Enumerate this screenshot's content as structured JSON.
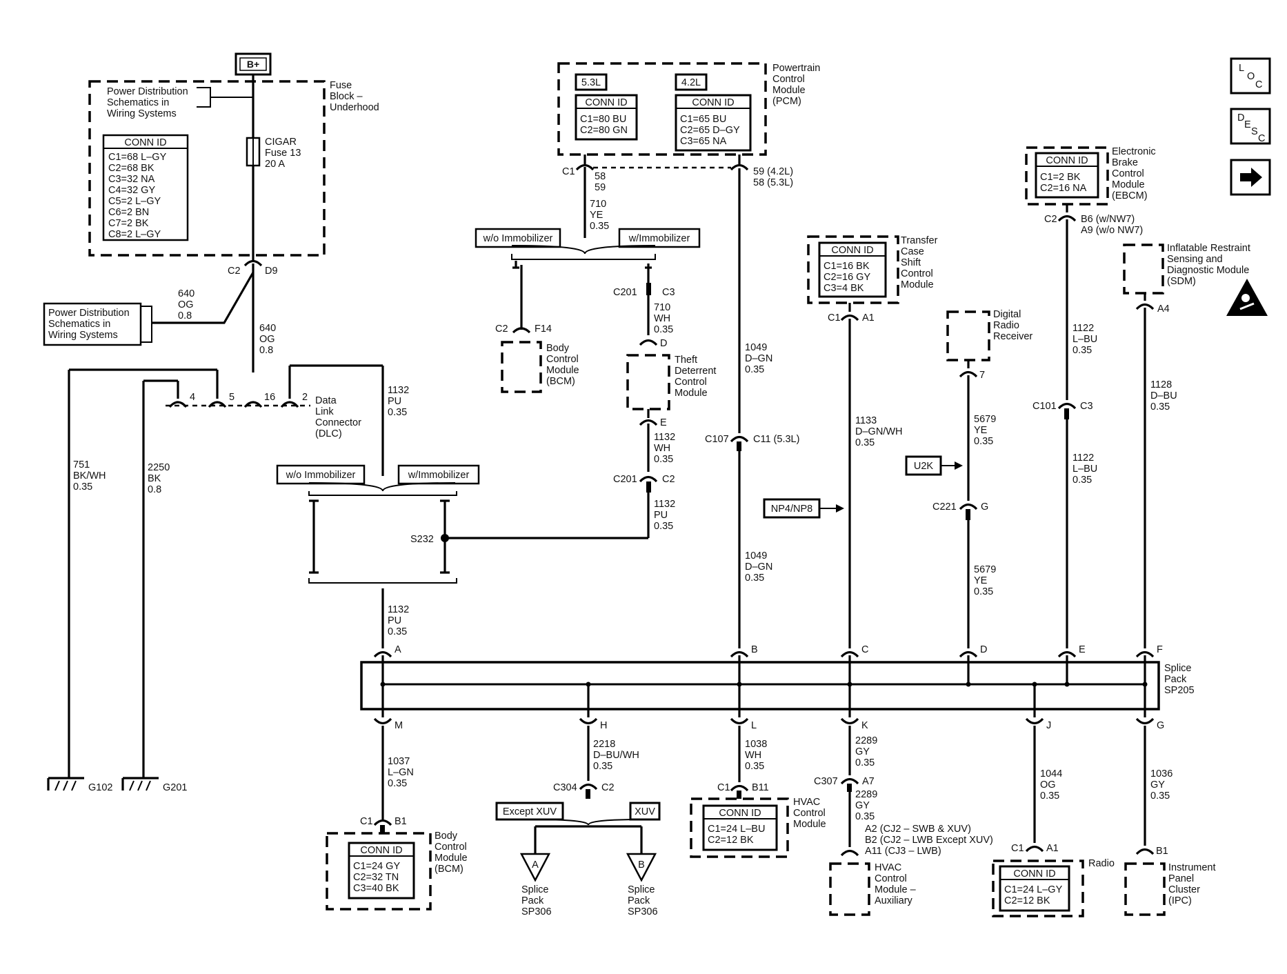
{
  "battery": "B+",
  "fuse_block": {
    "name": [
      "Fuse",
      "Block –",
      "Underhood"
    ],
    "note": [
      "Power Distribution",
      "Schematics in",
      "Wiring Systems"
    ],
    "conn_title": "CONN ID",
    "conn": [
      "C1=68 L–GY",
      "C2=68 BK",
      "C3=32 NA",
      "C4=32 GY",
      "C5=2 L–GY",
      "C6=2 BN",
      "C7=2 BK",
      "C8=2 L–GY"
    ],
    "fuse": [
      "CIGAR",
      "Fuse 13",
      "20 A"
    ],
    "c2": "C2",
    "d9": "D9"
  },
  "pdist_note": [
    "Power Distribution",
    "Schematics in",
    "Wiring Systems"
  ],
  "wire_640a": [
    "640",
    "OG",
    "0.8"
  ],
  "wire_640b": [
    "640",
    "OG",
    "0.8"
  ],
  "dlc": {
    "name": [
      "Data",
      "Link",
      "Connector",
      "(DLC)"
    ],
    "pins": [
      "4",
      "5",
      "16",
      "2"
    ]
  },
  "wire_751": [
    "751",
    "BK/WH",
    "0.35"
  ],
  "wire_2250": [
    "2250",
    "BK",
    "0.8"
  ],
  "g102": "G102",
  "g201": "G201",
  "wire_1132_dlc": [
    "1132",
    "PU",
    "0.35"
  ],
  "opt_lower": {
    "wo": "w/o Immobilizer",
    "w": "w/Immobilizer"
  },
  "opt_upper": {
    "wo": "w/o Immobilizer",
    "w": "w/Immobilizer"
  },
  "s232": "S232",
  "wire_1132_a": [
    "1132",
    "PU",
    "0.35"
  ],
  "pcm": {
    "name": [
      "Powertrain",
      "Control",
      "Module",
      "(PCM)"
    ],
    "v53": "5.3L",
    "v42": "4.2L",
    "conn_title": "CONN ID",
    "conn53": [
      "C1=80 BU",
      "C2=80 GN"
    ],
    "conn42": [
      "C1=65 BU",
      "C2=65 D–GY",
      "C3=65 NA"
    ],
    "c1": "C1",
    "pins_left": [
      "58",
      "59"
    ],
    "pins_right": [
      "59 (4.2L)",
      "58 (5.3L)"
    ]
  },
  "wire_710a": [
    "710",
    "YE",
    "0.35"
  ],
  "wire_710b": [
    "710",
    "WH",
    "0.35"
  ],
  "bcm_top": {
    "name": [
      "Body",
      "Control",
      "Module",
      "(BCM)"
    ],
    "c2": "C2",
    "pin": "F14"
  },
  "c201_c3": {
    "left": "C201",
    "right": "C3"
  },
  "theft": {
    "name": [
      "Theft",
      "Deterrent",
      "Control",
      "Module"
    ],
    "d": "D",
    "e": "E"
  },
  "wire_1132_wh": [
    "1132",
    "WH",
    "0.35"
  ],
  "c201_c2": {
    "left": "C201",
    "right": "C2"
  },
  "wire_1132_pu": [
    "1132",
    "PU",
    "0.35"
  ],
  "wire_1049a": [
    "1049",
    "D–GN",
    "0.35"
  ],
  "c107": {
    "left": "C107",
    "right": "C11 (5.3L)"
  },
  "wire_1049b": [
    "1049",
    "D–GN",
    "0.35"
  ],
  "tccm": {
    "name": [
      "Transfer",
      "Case",
      "Shift",
      "Control",
      "Module"
    ],
    "conn_title": "CONN ID",
    "conn": [
      "C1=16 BK",
      "C2=16 GY",
      "C3=4 BK"
    ],
    "c1": "C1",
    "pin": "A1"
  },
  "wire_1133": [
    "1133",
    "D–GN/WH",
    "0.35"
  ],
  "np4": "NP4/NP8",
  "radio_rx": {
    "name": [
      "Digital",
      "Radio",
      "Receiver"
    ],
    "pin": "7"
  },
  "wire_5679a": [
    "5679",
    "YE",
    "0.35"
  ],
  "u2k": "U2K",
  "c221": {
    "left": "C221",
    "right": "G"
  },
  "wire_5679b": [
    "5679",
    "YE",
    "0.35"
  ],
  "ebcm": {
    "name": [
      "Electronic",
      "Brake",
      "Control",
      "Module",
      "(EBCM)"
    ],
    "conn_title": "CONN ID",
    "conn": [
      "C1=2 BK",
      "C2=16 NA"
    ],
    "c2": "C2",
    "pins": [
      "B6 (w/NW7)",
      "A9 (w/o NW7)"
    ]
  },
  "wire_1122a": [
    "1122",
    "L–BU",
    "0.35"
  ],
  "c101": {
    "left": "C101",
    "right": "C3"
  },
  "wire_1122b": [
    "1122",
    "L–BU",
    "0.35"
  ],
  "sdm": {
    "name": [
      "Inflatable Restraint",
      "Sensing and",
      "Diagnostic Module",
      "(SDM)"
    ],
    "pin": "A4"
  },
  "wire_1128": [
    "1128",
    "D–BU",
    "0.35"
  ],
  "side_icons": {
    "loc": [
      "L",
      "O",
      "C"
    ],
    "desc": [
      "D",
      "E",
      "S",
      "C"
    ]
  },
  "splice": {
    "name": [
      "Splice",
      "Pack",
      "SP205"
    ],
    "top_pins": [
      "A",
      "B",
      "C",
      "D",
      "E",
      "F"
    ],
    "bottom_pins": [
      "M",
      "H",
      "L",
      "K",
      "J",
      "G"
    ]
  },
  "wire_1037": [
    "1037",
    "L–GN",
    "0.35"
  ],
  "bcm_bottom": {
    "name": [
      "Body",
      "Control",
      "Module",
      "(BCM)"
    ],
    "c1": "C1",
    "pin": "B1",
    "conn_title": "CONN ID",
    "conn": [
      "C1=24 GY",
      "C2=32 TN",
      "C3=40 BK"
    ]
  },
  "wire_2218": [
    "2218",
    "D–BU/WH",
    "0.35"
  ],
  "c304": {
    "left": "C304",
    "right": "C2"
  },
  "except_xuv": "Except XUV",
  "xuv": "XUV",
  "sp306_a": {
    "letter": "A",
    "name": [
      "Splice",
      "Pack",
      "SP306"
    ]
  },
  "sp306_b": {
    "letter": "B",
    "name": [
      "Splice",
      "Pack",
      "SP306"
    ]
  },
  "wire_1038": [
    "1038",
    "WH",
    "0.35"
  ],
  "hvac": {
    "name": [
      "HVAC",
      "Control",
      "Module"
    ],
    "c1": "C1",
    "pin": "B11",
    "conn_title": "CONN ID",
    "conn": [
      "C1=24 L–BU",
      "C2=12 BK"
    ]
  },
  "wire_2289a": [
    "2289",
    "GY",
    "0.35"
  ],
  "c307": {
    "left": "C307",
    "right": "A7"
  },
  "wire_2289b": [
    "2289",
    "GY",
    "0.35"
  ],
  "hvac_aux": {
    "pins": [
      "A2 (CJ2 – SWB & XUV)",
      "B2 (CJ2 – LWB Except XUV)",
      "A11 (CJ3 – LWB)"
    ],
    "name": [
      "HVAC",
      "Control",
      "Module –",
      "Auxiliary"
    ]
  },
  "wire_1044": [
    "1044",
    "OG",
    "0.35"
  ],
  "radio": {
    "name": "Radio",
    "c1": "C1",
    "pin": "A1",
    "conn_title": "CONN ID",
    "conn": [
      "C1=24 L–GY",
      "C2=12 BK"
    ]
  },
  "wire_1036": [
    "1036",
    "GY",
    "0.35"
  ],
  "ipc": {
    "name": [
      "Instrument",
      "Panel",
      "Cluster",
      "(IPC)"
    ],
    "pin": "B1"
  }
}
